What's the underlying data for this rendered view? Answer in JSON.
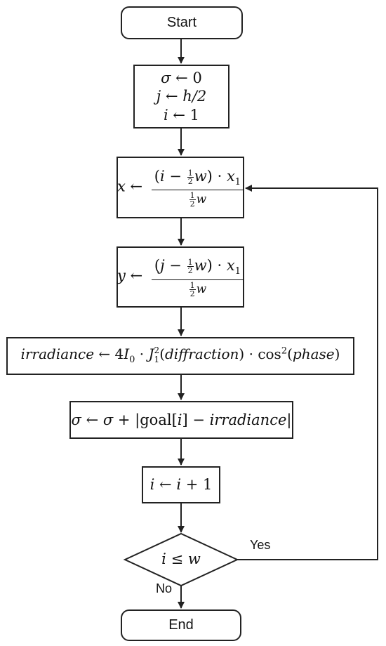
{
  "nodes": {
    "start": "Start",
    "init_sigma_var": "σ",
    "init_sigma_val": "0",
    "init_j_var": "j",
    "init_j_val": "h/2",
    "init_i_var": "i",
    "init_i_val": "1",
    "x_var": "x",
    "x_num_var": "i",
    "x_num_tail": "x",
    "x_num_sub": "1",
    "x_den_var": "w",
    "y_var": "y",
    "y_num_var": "j",
    "y_num_tail": "x",
    "y_num_sub": "1",
    "y_den_var": "w",
    "irr_lhs": "irradiance",
    "irr_I": "I",
    "irr_I_sub": "0",
    "irr_J": "J",
    "irr_J_sup": "2",
    "irr_J_sub": "1",
    "irr_arg1": "diffraction",
    "irr_cos_sup": "2",
    "irr_arg2": "phase",
    "sigma_update_var": "σ",
    "sigma_update_goal": "goal",
    "sigma_update_idx": "i",
    "sigma_update_irr": "irradiance",
    "incr_var": "i",
    "cond_lhs": "i",
    "cond_rhs": "w",
    "end": "End"
  },
  "edges": {
    "yes_label": "Yes",
    "no_label": "No"
  },
  "colors": {
    "stroke": "#222222",
    "text": "#111111",
    "background": "#ffffff"
  }
}
